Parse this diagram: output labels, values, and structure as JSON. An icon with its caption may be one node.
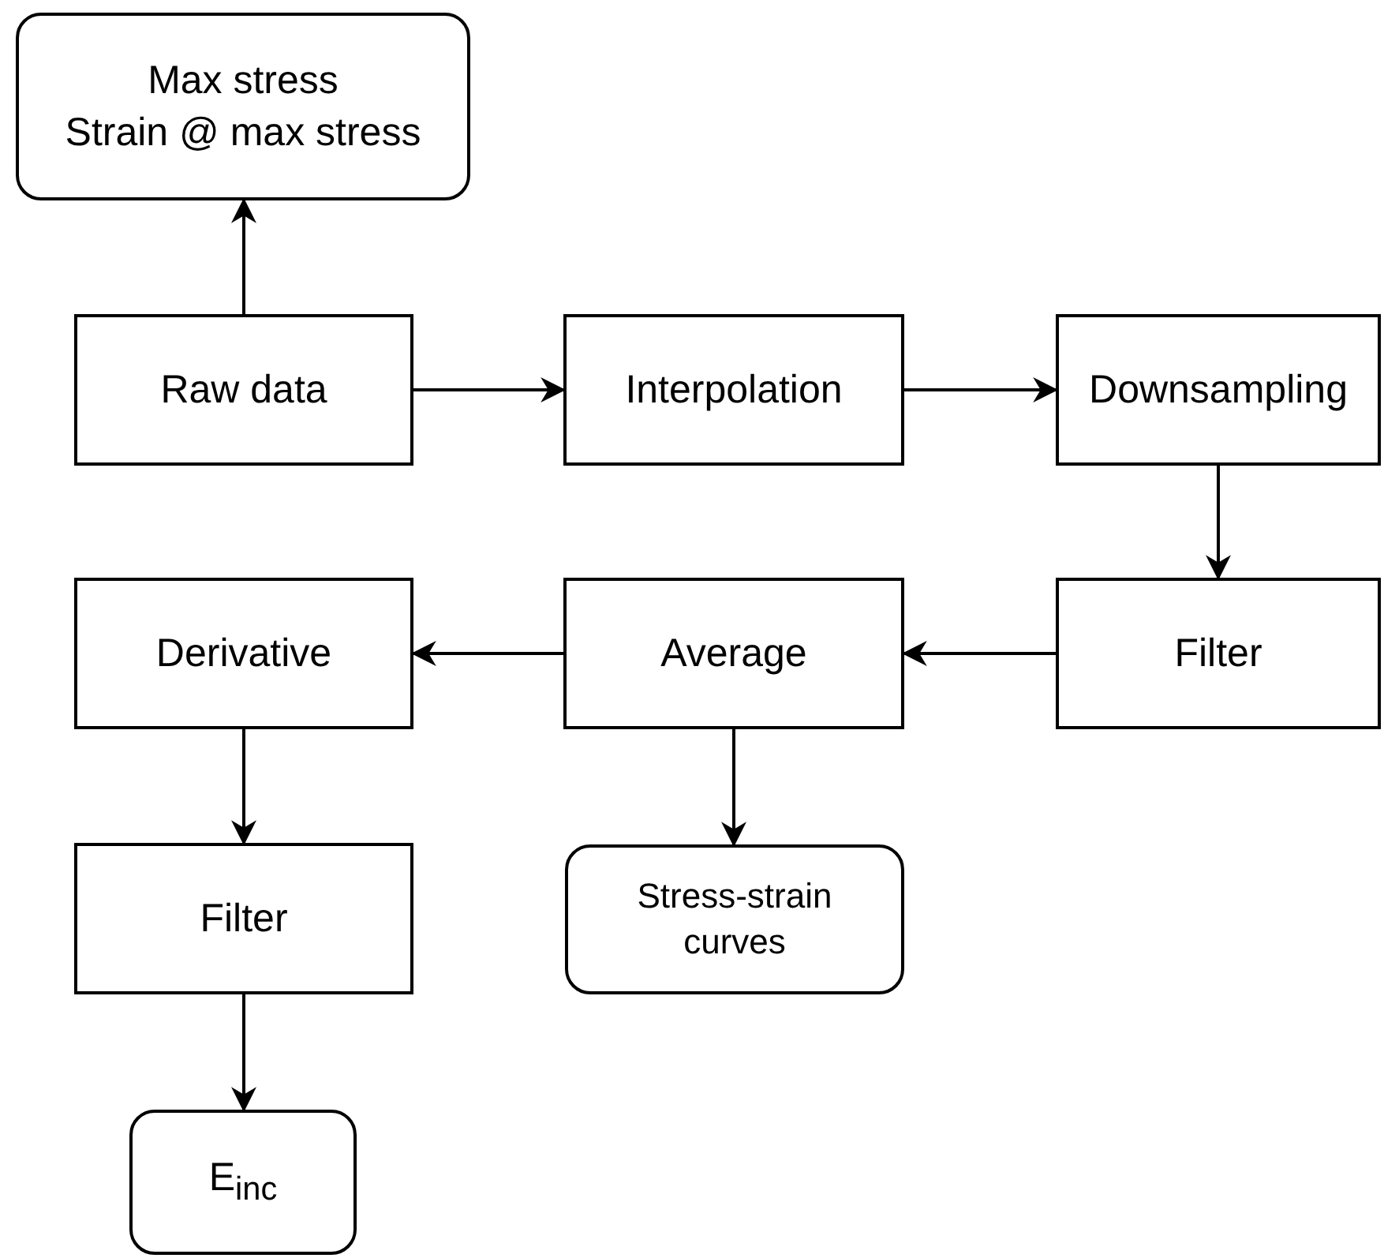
{
  "diagram": {
    "nodes": [
      {
        "text": [
          "Max stress",
          "Strain @ max stress"
        ]
      },
      {
        "text": [
          "Raw data"
        ]
      },
      {
        "text": [
          "Interpolation"
        ]
      },
      {
        "text": [
          "Downsampling"
        ]
      },
      {
        "text": [
          "Filter"
        ]
      },
      {
        "text": [
          "Average"
        ]
      },
      {
        "text": [
          "Derivative"
        ]
      },
      {
        "text": [
          "Stress-strain curves"
        ]
      },
      {
        "text": [
          "Filter"
        ]
      },
      {
        "text": [
          "E$_{inc}$"
        ]
      }
    ],
    "edges": [
      {
        "from": 1,
        "to": 0,
        "arrow": "to"
      },
      {
        "from": 1,
        "to": 2,
        "arrow": "to"
      },
      {
        "from": 2,
        "to": 3,
        "arrow": "to"
      },
      {
        "from": 3,
        "to": 4,
        "arrow": "to"
      },
      {
        "from": 4,
        "to": 5,
        "arrow": "to"
      },
      {
        "from": 5,
        "to": 6,
        "arrow": "to"
      },
      {
        "from": 5,
        "to": 7,
        "arrow": "to"
      },
      {
        "from": 6,
        "to": 8,
        "arrow": "to"
      },
      {
        "from": 8,
        "to": 9,
        "arrow": "to"
      }
    ]
  }
}
